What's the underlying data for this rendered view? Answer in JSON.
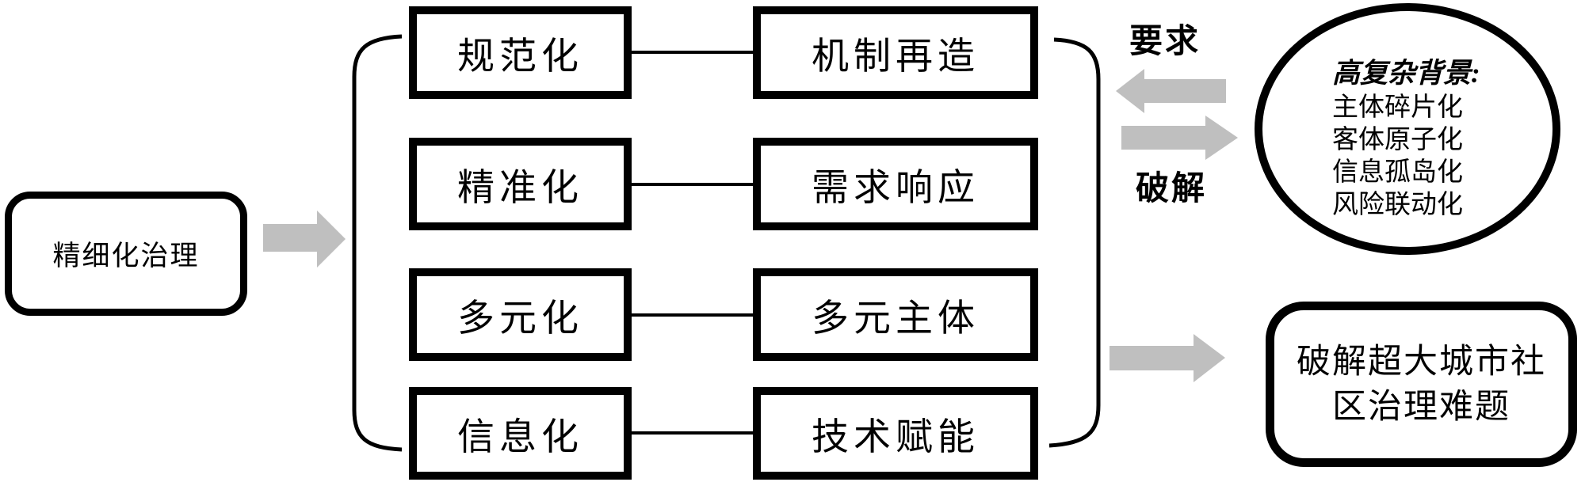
{
  "diagram": {
    "source": "精细化治理",
    "rows": [
      {
        "left": "规范化",
        "right": "机制再造"
      },
      {
        "left": "精准化",
        "right": "需求响应"
      },
      {
        "left": "多元化",
        "right": "多元主体"
      },
      {
        "left": "信息化",
        "right": "技术赋能"
      }
    ],
    "arrow_labels": {
      "top": "要求",
      "bottom": "破解"
    },
    "ellipse": {
      "title": "高复杂背景:",
      "items": [
        "主体碎片化",
        "客体原子化",
        "信息孤岛化",
        "风险联动化"
      ]
    },
    "result_lines": [
      "破解超大城市社",
      "区治理难题"
    ]
  },
  "colors": {
    "background": "#ffffff",
    "line": "#000000",
    "text": "#000000",
    "arrow": "#bfbfbf"
  }
}
